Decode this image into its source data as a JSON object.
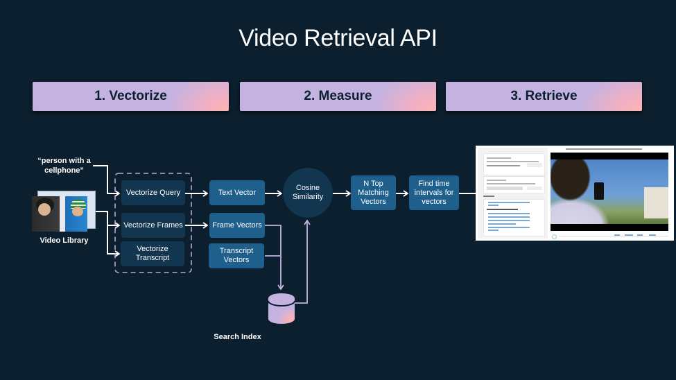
{
  "title": "Video Retrieval API",
  "stages": [
    {
      "label": "1. Vectorize"
    },
    {
      "label": "2. Measure"
    },
    {
      "label": "3. Retrieve"
    }
  ],
  "inputs": {
    "query_text": "“person with a cellphone”",
    "video_library_label": "Video Library"
  },
  "vectorize_steps": {
    "query": "Vectorize Query",
    "frames": "Vectorize Frames",
    "transcript": "Vectorize Transcript"
  },
  "vectors": {
    "text": "Text Vector",
    "frame": "Frame Vectors",
    "transcript": "Transcript Vectors"
  },
  "measure": {
    "cosine": "Cosine Similarity",
    "top_n": "N Top Matching Vectors",
    "find_intervals": "Find time intervals for vectors"
  },
  "storage": {
    "search_index_label": "Search Index"
  },
  "colors": {
    "background": "#0c1f2e",
    "stage_fill": "#c4b2e0",
    "stage_accent": "#ffb3b3",
    "box_dark": "#123550",
    "box_mid": "#1e5f8c",
    "index_line": "#c4b2e0",
    "arrow": "#ffffff"
  }
}
